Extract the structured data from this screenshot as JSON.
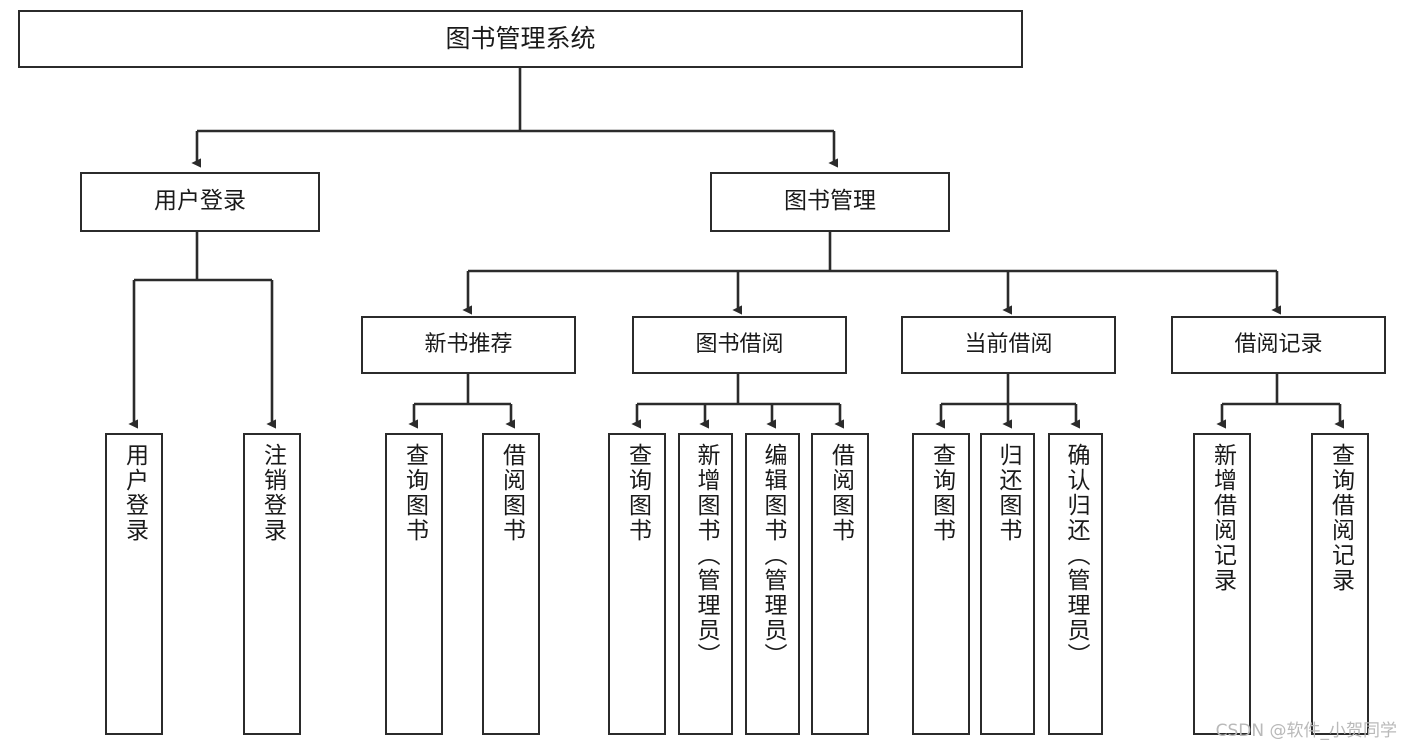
{
  "diagram": {
    "title": "图书管理系统",
    "type": "tree-hierarchy-diagram",
    "watermark": "CSDN @软件_小贺同学",
    "colors": {
      "border": "#2b2b2b",
      "background": "#ffffff",
      "text": "#1a1a1a",
      "edge": "#2b2b2b",
      "watermark": "#b9b9b9"
    },
    "nodes": {
      "root": {
        "label": "图书管理系统"
      },
      "level1": [
        {
          "label": "用户登录"
        },
        {
          "label": "图书管理"
        }
      ],
      "level2": [
        {
          "label": "新书推荐"
        },
        {
          "label": "图书借阅"
        },
        {
          "label": "当前借阅"
        },
        {
          "label": "借阅记录"
        }
      ],
      "leaves": {
        "user_login": [
          {
            "label": "用户登录"
          },
          {
            "label": "注销登录"
          }
        ],
        "new_book_recommend": [
          {
            "label": "查询图书"
          },
          {
            "label": "借阅图书"
          }
        ],
        "book_borrow": [
          {
            "label": "查询图书"
          },
          {
            "label": "新增图书（管理员）"
          },
          {
            "label": "编辑图书（管理员）"
          },
          {
            "label": "借阅图书"
          }
        ],
        "current_borrow": [
          {
            "label": "查询图书"
          },
          {
            "label": "归还图书"
          },
          {
            "label": "确认归还（管理员）"
          }
        ],
        "borrow_record": [
          {
            "label": "新增借阅记录"
          },
          {
            "label": "查询借阅记录"
          }
        ]
      }
    }
  }
}
